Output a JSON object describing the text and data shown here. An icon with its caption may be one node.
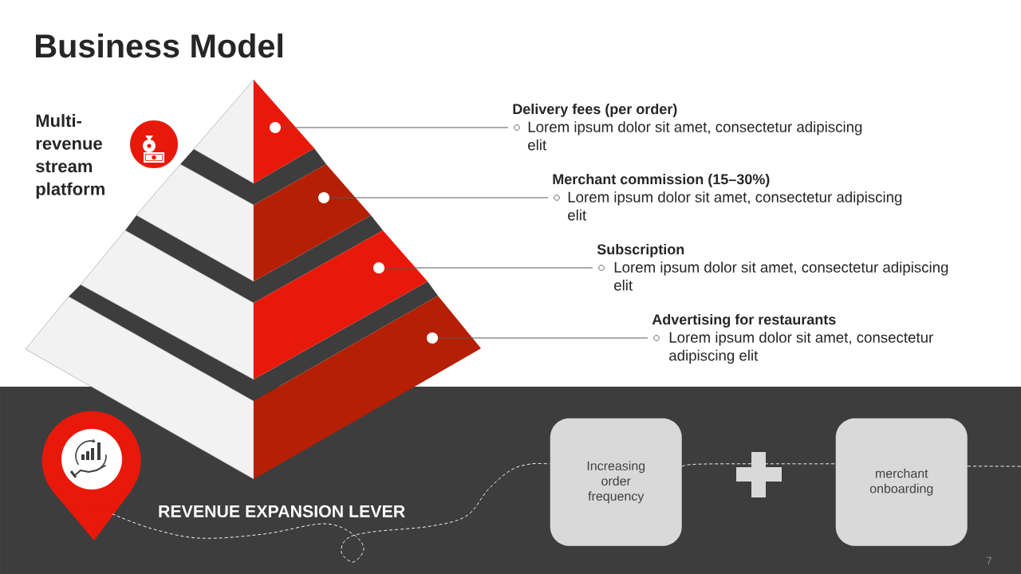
{
  "diagram": {
    "title": "Business Model",
    "nodes": [
      {
        "text": [],
        "shape": "triangle"
      },
      {
        "text": [],
        "shape": "trapezoid"
      },
      {
        "text": [],
        "shape": "trapezoid"
      },
      {
        "text": [],
        "shape": "trapezoid"
      },
      {
        "text": [
          "Delivery fees (per order)",
          "Lorem ipsum dolor sit amet, consectetur adipiscing elit"
        ]
      },
      {
        "text": [
          "Merchant commission (15–30%)",
          "Lorem ipsum dolor sit amet, consectetur adipiscing elit"
        ]
      },
      {
        "text": [
          "Subscription",
          "Lorem ipsum dolor sit amet, consectetur adipiscing elit"
        ]
      },
      {
        "text": [
          "Advertising for restaurants",
          "Lorem ipsum dolor sit amet, consectetur adipiscing elit"
        ]
      },
      {
        "text": [
          "REVENUE EXPANSION LEVER"
        ]
      },
      {
        "text": [],
        "shape": "pin",
        "in": 8
      },
      {
        "text": [
          "Increasing order frequency"
        ],
        "in": 8
      },
      {
        "text": [
          "merchant onboarding"
        ],
        "in": 8
      }
    ],
    "edges": [
      {
        "from": 4,
        "to": 0,
        "arrow": "none"
      },
      {
        "from": 5,
        "to": 1,
        "arrow": "none"
      },
      {
        "from": 6,
        "to": 2,
        "arrow": "none"
      },
      {
        "from": 7,
        "to": 3,
        "arrow": "none"
      },
      {
        "from": 9,
        "to": 10,
        "arrow": "none",
        "style": "dashed",
        "color": "#f2f2f2"
      },
      {
        "from": 10,
        "to": 11,
        "arrow": "none",
        "style": "dashed",
        "color": "#f2f2f2"
      },
      {
        "from": 11,
        "to": null,
        "arrow": "none",
        "style": "dashed",
        "color": "#f2f2f2"
      }
    ],
    "labels": [
      "Multi-revenue stream platform",
      "7"
    ]
  }
}
